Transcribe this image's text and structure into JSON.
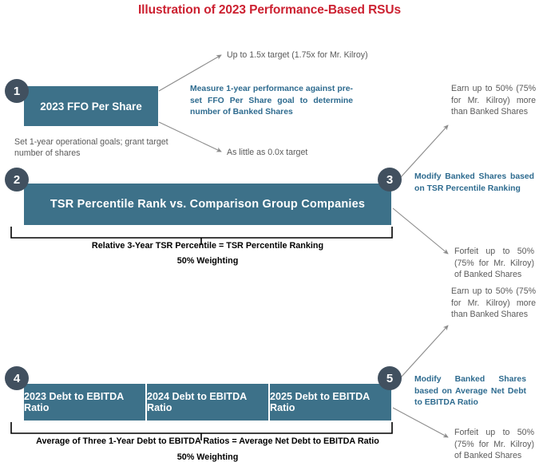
{
  "title": "Illustration of 2023 Performance-Based RSUs",
  "colors": {
    "title_red": "#cc2131",
    "box_teal": "#3d7189",
    "badge_slate": "#41505f",
    "note_blue": "#2e6b8f",
    "note_gray": "#5a5a5a",
    "connector_gray": "#8c8c8c"
  },
  "steps": {
    "one": "1",
    "two": "2",
    "three": "3",
    "four": "4",
    "five": "5"
  },
  "boxes": {
    "ffo": "2023 FFO Per Share",
    "tsr": "TSR Percentile Rank vs. Comparison Group Companies",
    "debt_segments": [
      "2023 Debt to EBITDA Ratio",
      "2024 Debt to EBITDA Ratio",
      "2025 Debt to EBITDA Ratio"
    ]
  },
  "notes": {
    "goals": "Set 1-year operational goals; grant target number of shares",
    "measure": "Measure 1-year performance against pre-set FFO Per Share goal to determine number of Banked Shares",
    "upper_target": "Up to 1.5x target (1.75x for Mr. Kilroy)",
    "lower_target": "As little as 0.0x target",
    "earn_tsr": "Earn up to 50% (75% for Mr. Kilroy) more than Banked Shares",
    "modify_tsr": "Modify Banked Shares based on TSR Percentile Ranking",
    "forfeit_tsr": "Forfeit up to 50% (75% for Mr. Kilroy) of Banked Shares",
    "earn_debt": "Earn up to 50% (75% for Mr. Kilroy) more than Banked Shares",
    "modify_debt": "Modify Banked Shares based on Average Net Debt to EBITDA Ratio",
    "forfeit_debt": "Forfeit up to 50% (75% for Mr. Kilroy) of Banked Shares"
  },
  "captions": {
    "tsr_formula": "Relative 3-Year TSR Percentile = TSR Percentile Ranking",
    "tsr_weighting": "50% Weighting",
    "debt_formula": "Average of Three 1-Year Debt to EBITDA Ratios = Average Net Debt to EBITDA Ratio",
    "debt_weighting": "50% Weighting"
  }
}
